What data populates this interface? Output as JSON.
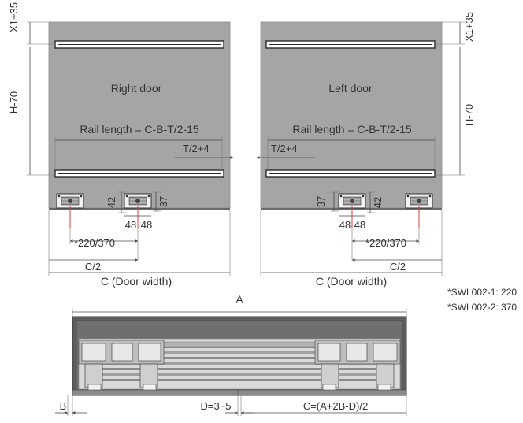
{
  "colors": {
    "door_fill": "#a5a5a5",
    "cabinet_dark": "#5d5d5d",
    "dimension_line": "#4a4a4a",
    "accent_red": "#d84040"
  },
  "labels": {
    "right_door": "Right door",
    "left_door": "Left door",
    "rail_length": "Rail length = C-B-T/2-15",
    "t_half_plus4": "T/2+4",
    "x1_plus35": "X1+35",
    "h_minus70": "H-70",
    "dim_42": "42",
    "dim_37": "37",
    "dim_48": "48",
    "dim_220_370": "*220/370",
    "c_half": "C/2",
    "door_width": "C (Door width)",
    "note_1": "*SWL002-1: 220",
    "note_2": "*SWL002-2: 370",
    "a": "A",
    "b": "B",
    "d": "D=3~5",
    "c_formula": "C=(A+2B-D)/2"
  }
}
